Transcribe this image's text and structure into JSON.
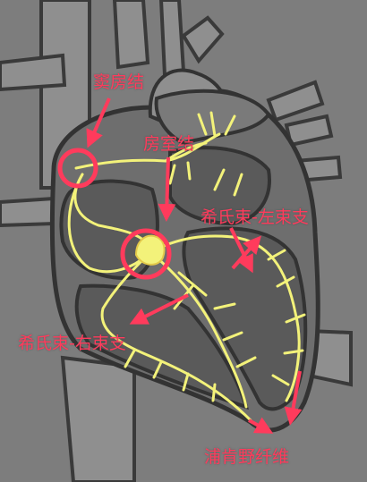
{
  "colors": {
    "background": "#7d7d7d",
    "vessel_outline": "#3a3a3a",
    "vessel_fill": "#8f8f8f",
    "heart_fill": "#6e6e6e",
    "chamber_fill": "#5a5a5a",
    "conduction": "#f3f27a",
    "annotation": "#ff3b5c"
  },
  "labels": {
    "sa_node": "窦房结",
    "av_node": "房室结",
    "left_bundle_branch": "希氏束-左束支",
    "right_bundle_branch": "希氏束-右束支",
    "purkinje_fibers": "浦肯野纤维"
  }
}
